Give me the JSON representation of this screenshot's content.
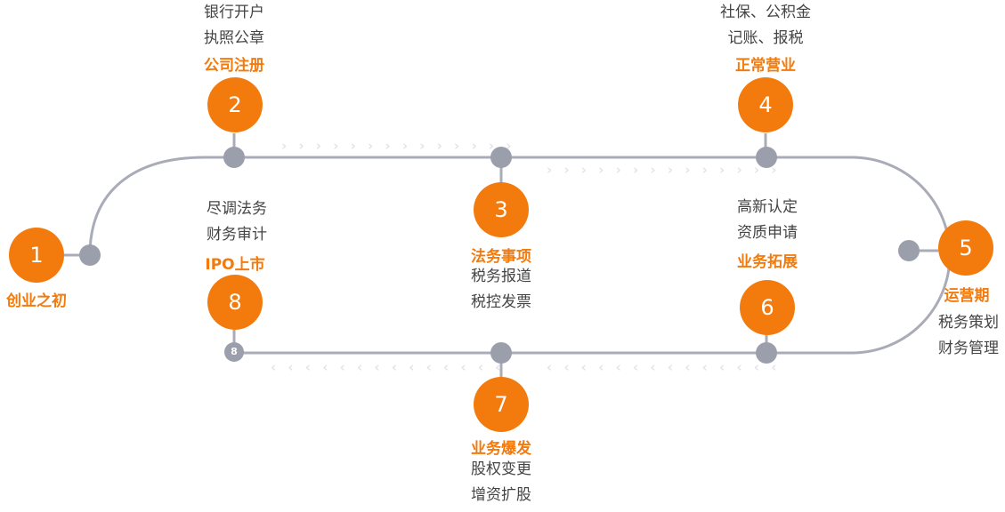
{
  "stages": {
    "s1": {
      "number": "1",
      "title": "创业之初"
    },
    "s2": {
      "number": "2",
      "title": "公司注册",
      "lines": [
        "银行开户",
        "执照公章"
      ]
    },
    "s3": {
      "number": "3",
      "title": "法务事项",
      "lines": [
        "税务报道",
        "税控发票"
      ]
    },
    "s4": {
      "number": "4",
      "title": "正常营业",
      "lines": [
        "社保、公积金",
        "记账、报税"
      ]
    },
    "s5": {
      "number": "5",
      "title": "运营期",
      "lines": [
        "税务策划",
        "财务管理"
      ]
    },
    "s6": {
      "number": "6",
      "title": "业务拓展",
      "lines": [
        "高新认定",
        "资质申请"
      ]
    },
    "s7": {
      "number": "7",
      "title": "业务爆发",
      "lines": [
        "股权变更",
        "增资扩股"
      ]
    },
    "s8": {
      "number": "8",
      "title": "IPO上市",
      "lines": [
        "尽调法务",
        "财务审计"
      ],
      "dot_label": "8"
    }
  },
  "colors": {
    "accent": "#f37b0d",
    "track": "#a9acb8",
    "dot": "#9b9fab",
    "arrows": "#e3e4e8"
  },
  "arrows": {
    "forward": "› › › › › › › › › › › › › ›",
    "backward": "‹ ‹ ‹ ‹ ‹ ‹ ‹ ‹ ‹ ‹ ‹ ‹ ‹ ‹"
  }
}
